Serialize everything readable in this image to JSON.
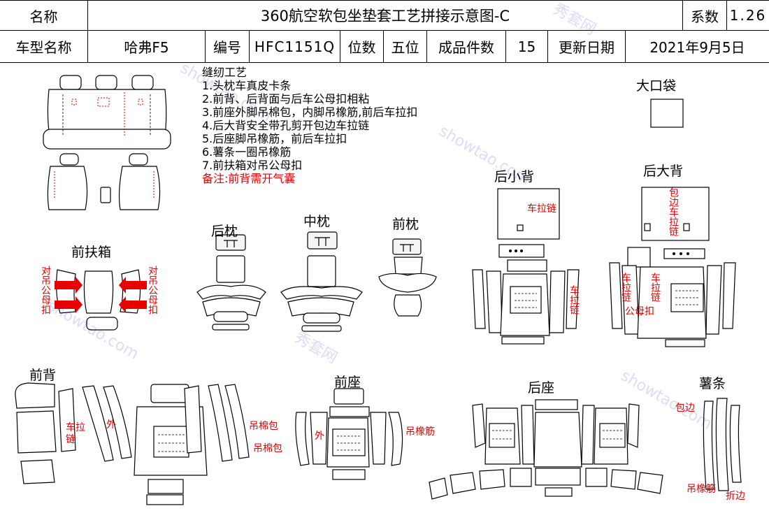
{
  "header": {
    "name_label": "名称",
    "title": "360航空软包坐垫套工艺拼接示意图-C",
    "coef_label": "系数",
    "coef_value": "1.26",
    "model_label": "车型名称",
    "model_value": "哈弗F5",
    "code_label": "编号",
    "code_value": "HFC1151Q",
    "seats_label": "位数",
    "seats_value": "五位",
    "pieces_label": "成品件数",
    "pieces_value": "15",
    "date_label": "更新日期",
    "date_value": "2021年9月5日"
  },
  "notes": {
    "heading": "缝纫工艺",
    "items": [
      "1.头枕车真皮卡条",
      "2.前背、后背面与后车公母扣相粘",
      "3.前座外脚吊棉包，内脚吊橡筋,前后车拉扣",
      "4.后大背安全带孔剪开包边车拉链",
      "5.后座脚吊橡筋，前后车拉扣",
      "6.薯条一圈吊橡筋",
      "7.前扶箱对吊公母扣"
    ],
    "remark": "备注:前背需开气囊"
  },
  "parts": {
    "big_pocket": "大口袋",
    "rear_small_back": "后小背",
    "rear_big_back": "后大背",
    "rear_headrest": "后枕",
    "mid_headrest": "中枕",
    "front_headrest": "前枕",
    "front_armrest": "前扶箱",
    "front_back": "前背",
    "front_seat": "前座",
    "rear_seat": "后座",
    "strip": "薯条"
  },
  "annotations": {
    "armrest_left": "对吊公母扣",
    "armrest_right": "对吊公母扣",
    "small_back_zipper": "车拉链",
    "small_back_side_zipper": "车拉链",
    "big_back_edge_zipper": "包边车拉链",
    "big_back_zipper_left": "车拉链",
    "big_back_zipper_right": "车拉链",
    "big_back_snap": "公母扣",
    "front_back_zipper": "车拉链",
    "front_back_outer": "外",
    "front_seat_cotton_1": "吊棉包",
    "front_seat_cotton_2": "吊棉包",
    "front_seat_outer": "外",
    "front_seat_elastic": "吊橡筋",
    "strip_edge": "包边",
    "strip_elastic": "吊橡筋",
    "strip_fold": "折边"
  },
  "colors": {
    "annotation": "#e60000",
    "line": "#000000"
  }
}
